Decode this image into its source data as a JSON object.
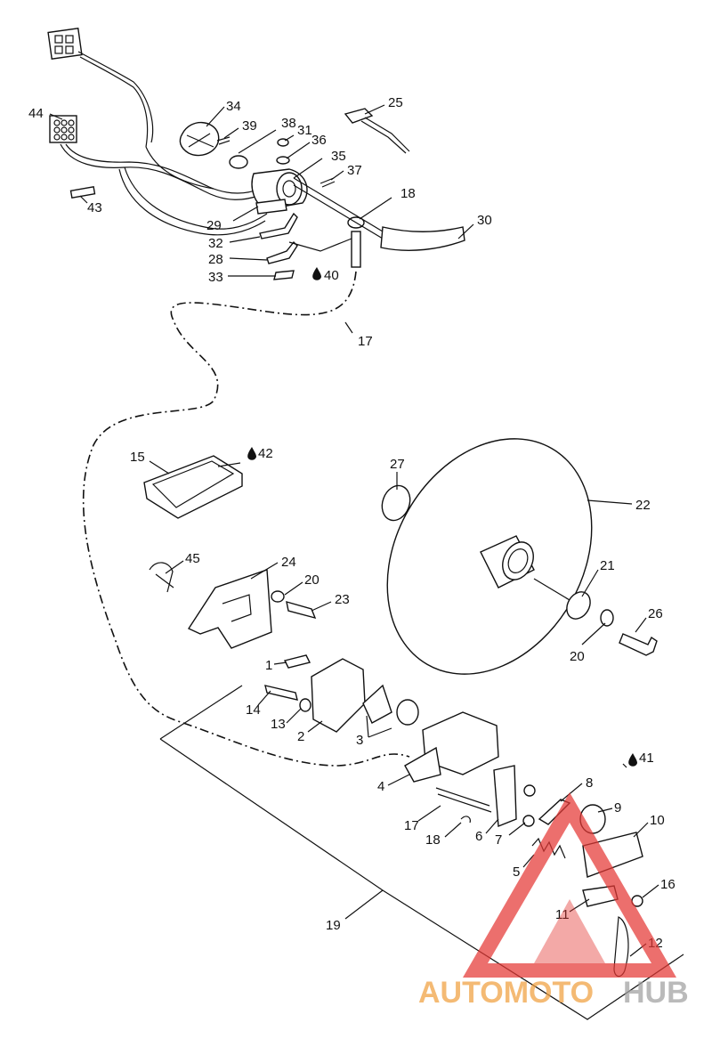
{
  "diagram": {
    "callouts": [
      {
        "id": "44",
        "label": "44"
      },
      {
        "id": "34",
        "label": "34"
      },
      {
        "id": "39",
        "label": "39"
      },
      {
        "id": "38",
        "label": "38"
      },
      {
        "id": "31",
        "label": "31"
      },
      {
        "id": "36",
        "label": "36"
      },
      {
        "id": "35",
        "label": "35"
      },
      {
        "id": "37",
        "label": "37"
      },
      {
        "id": "25",
        "label": "25"
      },
      {
        "id": "43",
        "label": "43"
      },
      {
        "id": "29",
        "label": "29"
      },
      {
        "id": "18a",
        "label": "18"
      },
      {
        "id": "30",
        "label": "30"
      },
      {
        "id": "32",
        "label": "32"
      },
      {
        "id": "28",
        "label": "28"
      },
      {
        "id": "40",
        "label": "40"
      },
      {
        "id": "33",
        "label": "33"
      },
      {
        "id": "17a",
        "label": "17"
      },
      {
        "id": "15",
        "label": "15"
      },
      {
        "id": "42",
        "label": "42"
      },
      {
        "id": "27",
        "label": "27"
      },
      {
        "id": "22",
        "label": "22"
      },
      {
        "id": "45",
        "label": "45"
      },
      {
        "id": "24",
        "label": "24"
      },
      {
        "id": "20a",
        "label": "20"
      },
      {
        "id": "23",
        "label": "23"
      },
      {
        "id": "21",
        "label": "21"
      },
      {
        "id": "26",
        "label": "26"
      },
      {
        "id": "20b",
        "label": "20"
      },
      {
        "id": "1",
        "label": "1"
      },
      {
        "id": "14",
        "label": "14"
      },
      {
        "id": "13",
        "label": "13"
      },
      {
        "id": "2",
        "label": "2"
      },
      {
        "id": "3",
        "label": "3"
      },
      {
        "id": "41",
        "label": "41"
      },
      {
        "id": "8",
        "label": "8"
      },
      {
        "id": "4",
        "label": "4"
      },
      {
        "id": "9",
        "label": "9"
      },
      {
        "id": "10",
        "label": "10"
      },
      {
        "id": "17b",
        "label": "17"
      },
      {
        "id": "6",
        "label": "6"
      },
      {
        "id": "18b",
        "label": "18"
      },
      {
        "id": "7",
        "label": "7"
      },
      {
        "id": "5",
        "label": "5"
      },
      {
        "id": "16",
        "label": "16"
      },
      {
        "id": "11",
        "label": "11"
      },
      {
        "id": "19",
        "label": "19"
      },
      {
        "id": "12",
        "label": "12"
      }
    ]
  },
  "watermark": {
    "text_part1": "AUTOMOTO",
    "text_part2": "HUB",
    "color_primary": "#f0a040",
    "color_secondary": "#a0a0a0",
    "triangle_color": "#e53935"
  }
}
